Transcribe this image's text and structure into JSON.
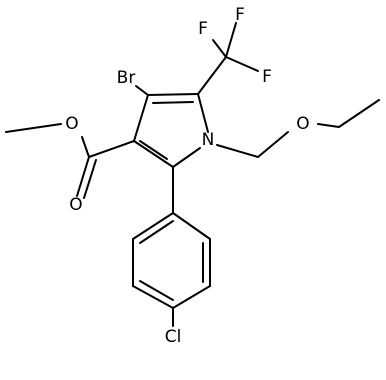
{
  "molecule": {
    "atoms": [
      {
        "id": "Br",
        "text": "Br"
      },
      {
        "id": "F1",
        "text": "F"
      },
      {
        "id": "F2",
        "text": "F"
      },
      {
        "id": "F3",
        "text": "F"
      },
      {
        "id": "O_ester",
        "text": "O"
      },
      {
        "id": "O_carbonyl",
        "text": "O"
      },
      {
        "id": "N1",
        "text": "N"
      },
      {
        "id": "O_ether",
        "text": "O"
      },
      {
        "id": "Cl",
        "text": "Cl"
      }
    ],
    "colors": {
      "bond": "#000000",
      "text": "#000000",
      "background": "#ffffff"
    }
  }
}
